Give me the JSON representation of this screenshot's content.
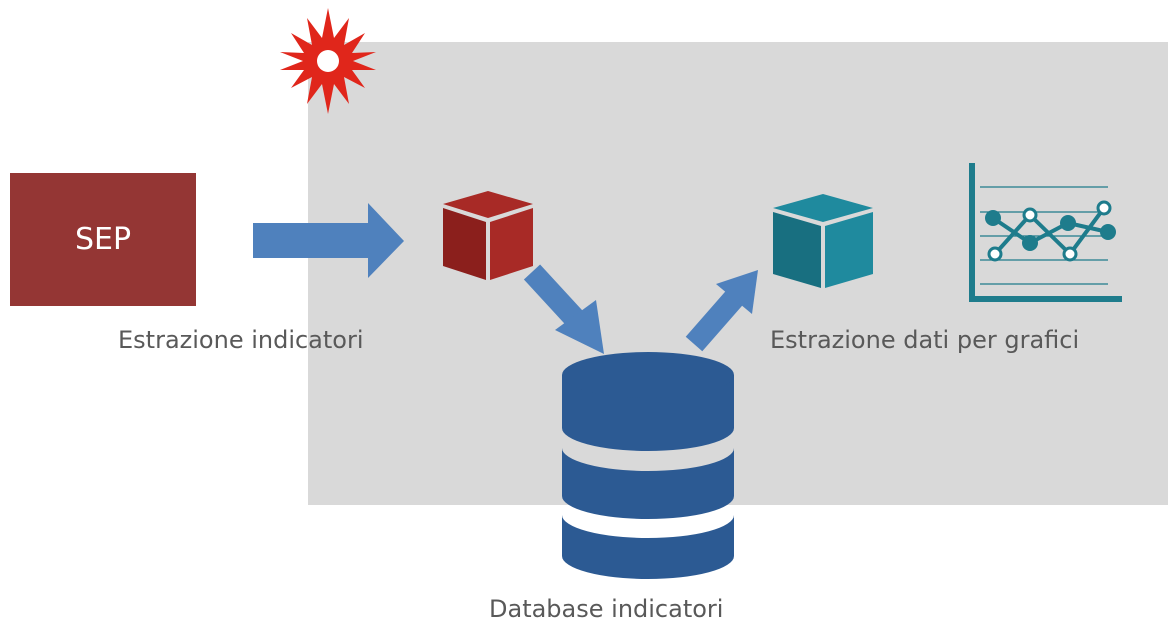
{
  "sep": {
    "label": "SEP"
  },
  "labels": {
    "extraction": "Estrazione indicatori",
    "chart_data": "Estrazione dati per grafici",
    "database": "Database indicatori"
  },
  "colors": {
    "panel": "#d9d9d9",
    "sep": "#943634",
    "arrow": "#4f81bd",
    "red_cube": "#a82a26",
    "teal_cube": "#1f8a9e",
    "database": "#2c5a93",
    "chart_axis": "#1e7c8c",
    "burst": "#e0261b",
    "text": "#595959"
  },
  "icons": [
    "starburst-icon",
    "red-cube-icon",
    "teal-cube-icon",
    "line-chart-icon",
    "database-icon"
  ]
}
